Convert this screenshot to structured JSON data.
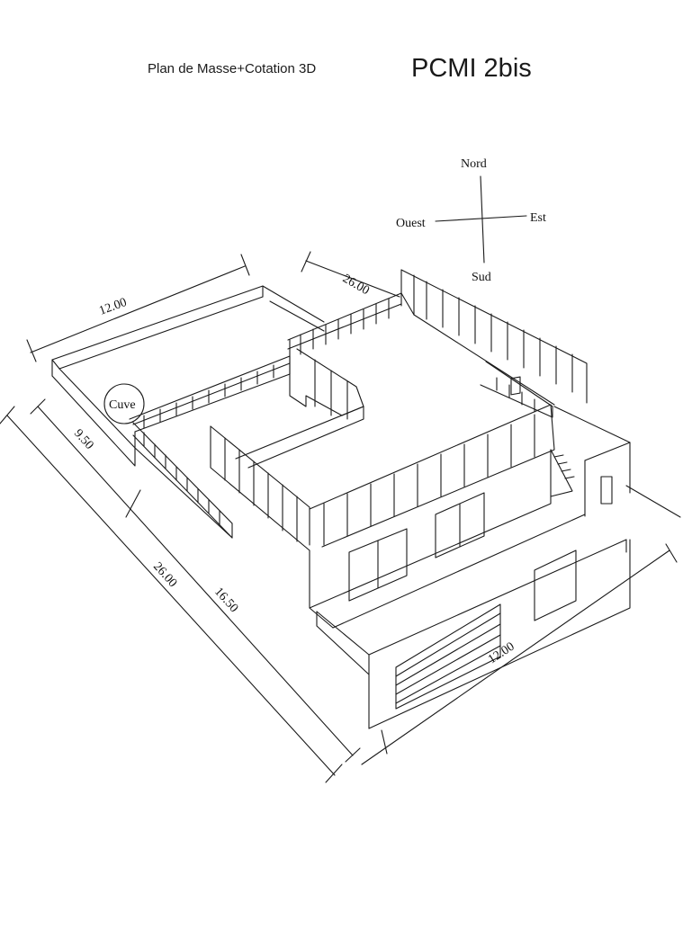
{
  "header": {
    "subtitle": "Plan de Masse+Cotation 3D",
    "title": "PCMI 2bis"
  },
  "compass": {
    "north": "Nord",
    "south": "Sud",
    "east": "Est",
    "west": "Ouest"
  },
  "labels": {
    "tank": "Cuve"
  },
  "dimensions": {
    "top_left": "12.00",
    "top_right": "26.00",
    "left_short": "9.50",
    "left_long": "26.00",
    "left_mid": "16.50",
    "bottom_right": "12.00"
  },
  "colors": {
    "ink": "#1a1a1a",
    "paper": "#ffffff"
  }
}
